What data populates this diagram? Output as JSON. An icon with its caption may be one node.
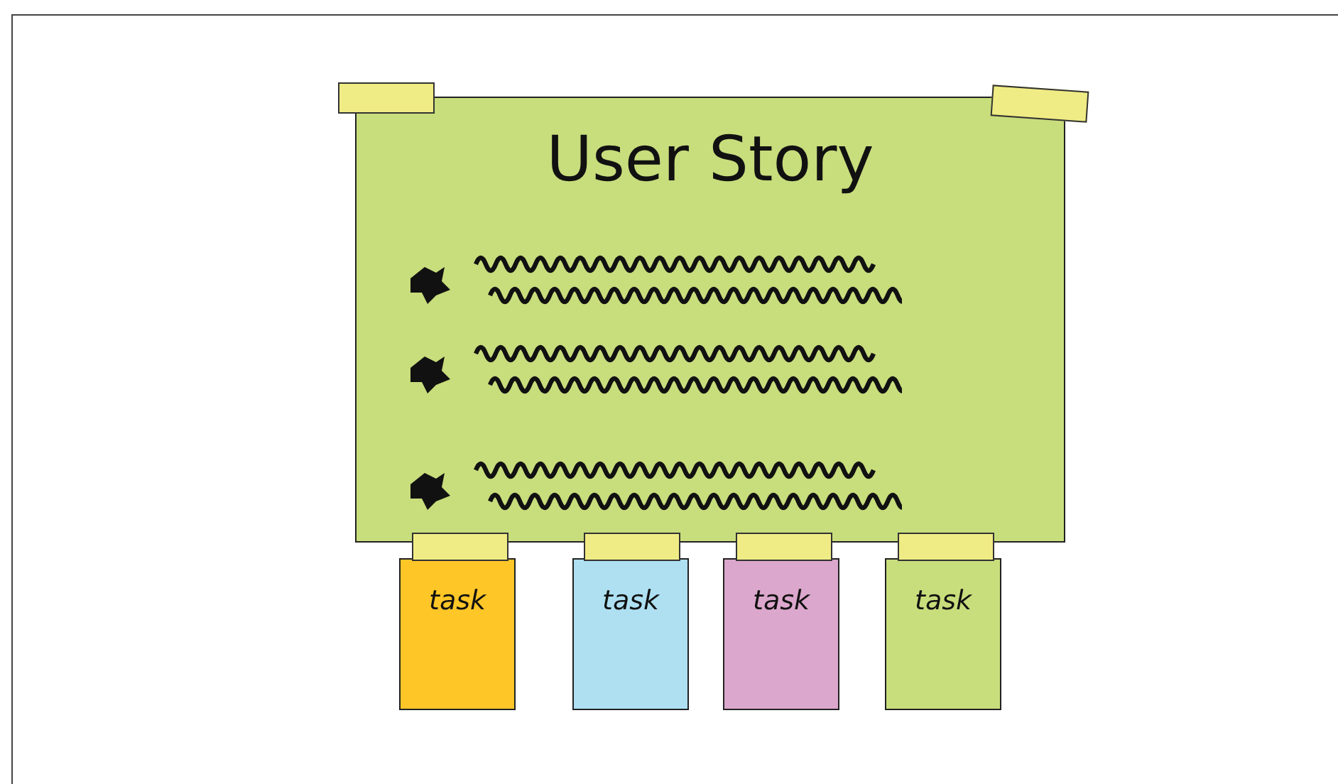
{
  "diagram": {
    "nodes": [
      {
        "text": [
          "User Story"
        ]
      },
      {
        "text": [
          "task"
        ]
      },
      {
        "text": [
          "task"
        ]
      },
      {
        "text": [
          "task"
        ]
      },
      {
        "text": [
          "task"
        ]
      }
    ]
  }
}
